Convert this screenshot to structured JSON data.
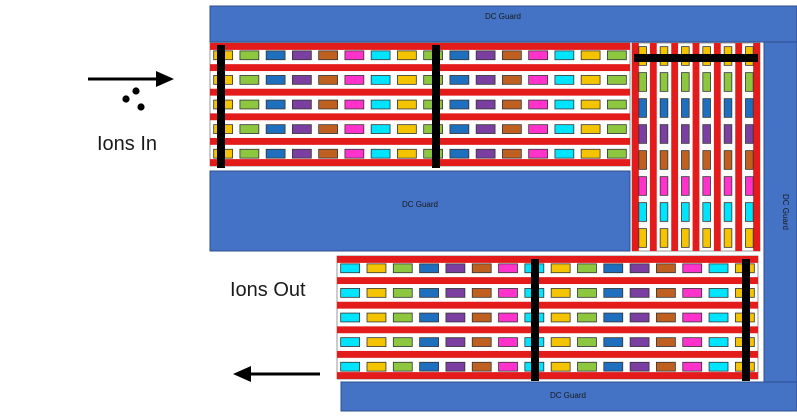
{
  "labels": {
    "ions_in": "Ions In",
    "ions_out": "Ions Out",
    "guard_top": "DC Guard",
    "guard_middle": "DC Guard",
    "guard_right": "DC Guard",
    "guard_bottom": "DC Guard"
  },
  "colors": {
    "guard": "#4472c4",
    "rail": "#e31b1b",
    "bar": "#000000",
    "arrow": "#000000",
    "electrode_cycle": [
      "#f5c400",
      "#8dc63f",
      "#1f6fbf",
      "#7a3fa0",
      "#c06020",
      "#ff33cc",
      "#00e5ff"
    ]
  },
  "regions": [
    {
      "name": "upper-track",
      "orientation": "horizontal",
      "rows": 5,
      "electrodes_per_row": 16,
      "color_offset": 0
    },
    {
      "name": "turn-track",
      "orientation": "vertical",
      "columns": 6,
      "electrodes_per_column": 8,
      "color_offset": 0
    },
    {
      "name": "lower-track",
      "orientation": "horizontal",
      "rows": 5,
      "electrodes_per_row": 16,
      "color_offset": 6
    }
  ]
}
